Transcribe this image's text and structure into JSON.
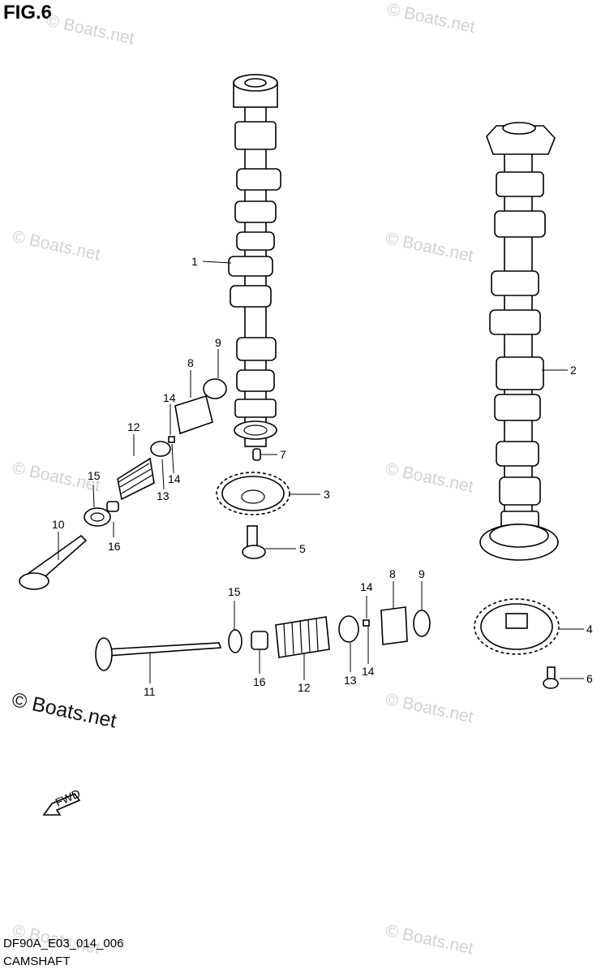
{
  "figure": {
    "title": "FIG.6",
    "diagram_code": "DF90A_E03_014_006",
    "caption": "CAMSHAFT",
    "fwd_label": "FWD"
  },
  "watermark": {
    "text": "© Boats.net",
    "primary_text": "© Boats.net",
    "faint_color": "#d2d2d2",
    "primary_color": "#111111"
  },
  "callouts": {
    "c1": "1",
    "c2": "2",
    "c3": "3",
    "c4": "4",
    "c5": "5",
    "c6": "6",
    "c7": "7",
    "c8a": "8",
    "c9a": "9",
    "c10": "10",
    "c11": "11",
    "c12a": "12",
    "c12b": "12",
    "c13a": "13",
    "c13b": "13",
    "c14a": "14",
    "c14b": "14",
    "c14c": "14",
    "c14d": "14",
    "c15a": "15",
    "c15b": "15",
    "c16a": "16",
    "c16b": "16",
    "c8b": "8",
    "c9b": "9"
  }
}
